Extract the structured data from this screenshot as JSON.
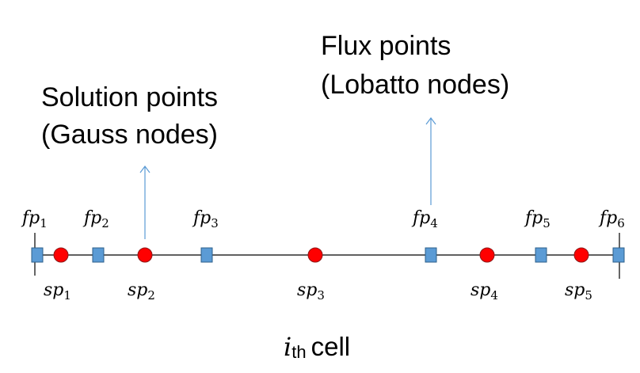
{
  "annotations": {
    "solution": {
      "line1": "Solution points",
      "line2": "(Gauss nodes)"
    },
    "flux": {
      "line1": "Flux points",
      "line2": "(Lobatto nodes)"
    }
  },
  "flux_points": [
    {
      "base": "fp",
      "sub": "1"
    },
    {
      "base": "fp",
      "sub": "2"
    },
    {
      "base": "fp",
      "sub": "3"
    },
    {
      "base": "fp",
      "sub": "4"
    },
    {
      "base": "fp",
      "sub": "5"
    },
    {
      "base": "fp",
      "sub": "6"
    }
  ],
  "solution_points": [
    {
      "base": "sp",
      "sub": "1"
    },
    {
      "base": "sp",
      "sub": "2"
    },
    {
      "base": "sp",
      "sub": "3"
    },
    {
      "base": "sp",
      "sub": "4"
    },
    {
      "base": "sp",
      "sub": "5"
    }
  ],
  "cell_label": {
    "italic": "i",
    "sub": "th",
    "text": "cell"
  },
  "colors": {
    "flux_fill": "#5b9bd5",
    "flux_stroke": "#2e5f8a",
    "solution_fill": "#ff0000",
    "solution_stroke": "#8b1a1a",
    "arrow": "#5b9bd5",
    "axis": "#000000"
  }
}
